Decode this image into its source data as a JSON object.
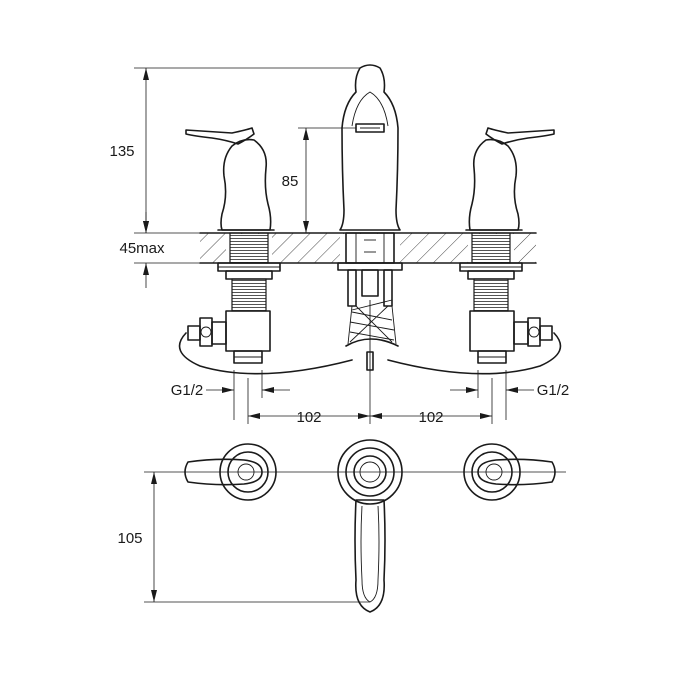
{
  "dimensions": {
    "total_height": "135",
    "spout_height": "85",
    "deck_thickness": "45max",
    "left_thread": "G1/2",
    "right_thread": "G1/2",
    "left_spacing": "102",
    "right_spacing": "102",
    "spout_reach": "105"
  },
  "colors": {
    "line": "#1a1a1a",
    "background": "#ffffff"
  }
}
